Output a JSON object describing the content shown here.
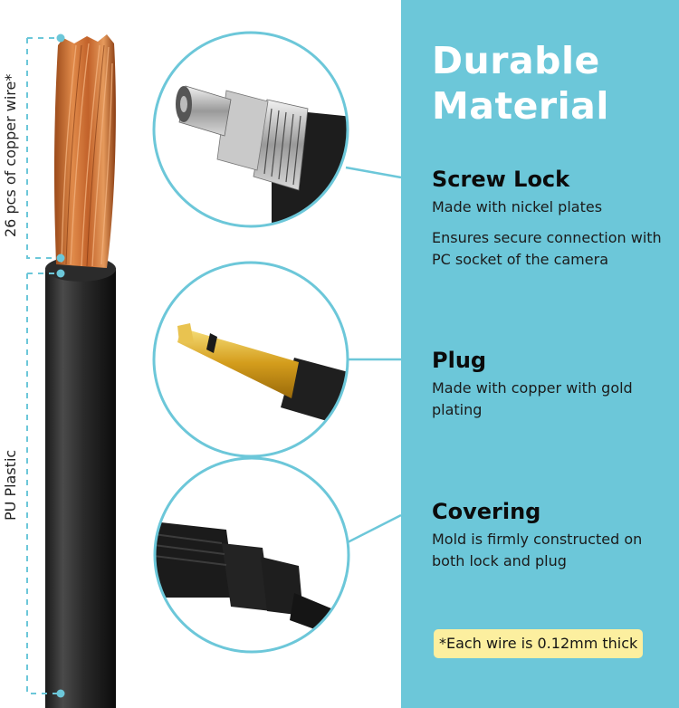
{
  "panel": {
    "title_line1": "Durable",
    "title_line2": "Material",
    "background_color": "#6cc7d9",
    "features": [
      {
        "heading": "Screw Lock",
        "lines": [
          "Made with nickel plates",
          "Ensures secure connection with PC socket of the camera"
        ]
      },
      {
        "heading": "Plug",
        "lines": [
          "Made with copper with gold  plating"
        ]
      },
      {
        "heading": "Covering",
        "lines": [
          "Mold is firmly constructed on both lock and plug"
        ]
      }
    ],
    "note": "*Each wire is 0.12mm thick",
    "note_color": "#fcef9f"
  },
  "cable_labels": {
    "copper": "26 pcs of copper wire*",
    "plastic": "PU Plastic"
  },
  "accent_color": "#6cc7d9",
  "images": [
    {
      "name": "screw-lock-closeup"
    },
    {
      "name": "gold-plug-closeup"
    },
    {
      "name": "molded-covering-closeup"
    },
    {
      "name": "stripped-cable-copper-strands"
    }
  ]
}
